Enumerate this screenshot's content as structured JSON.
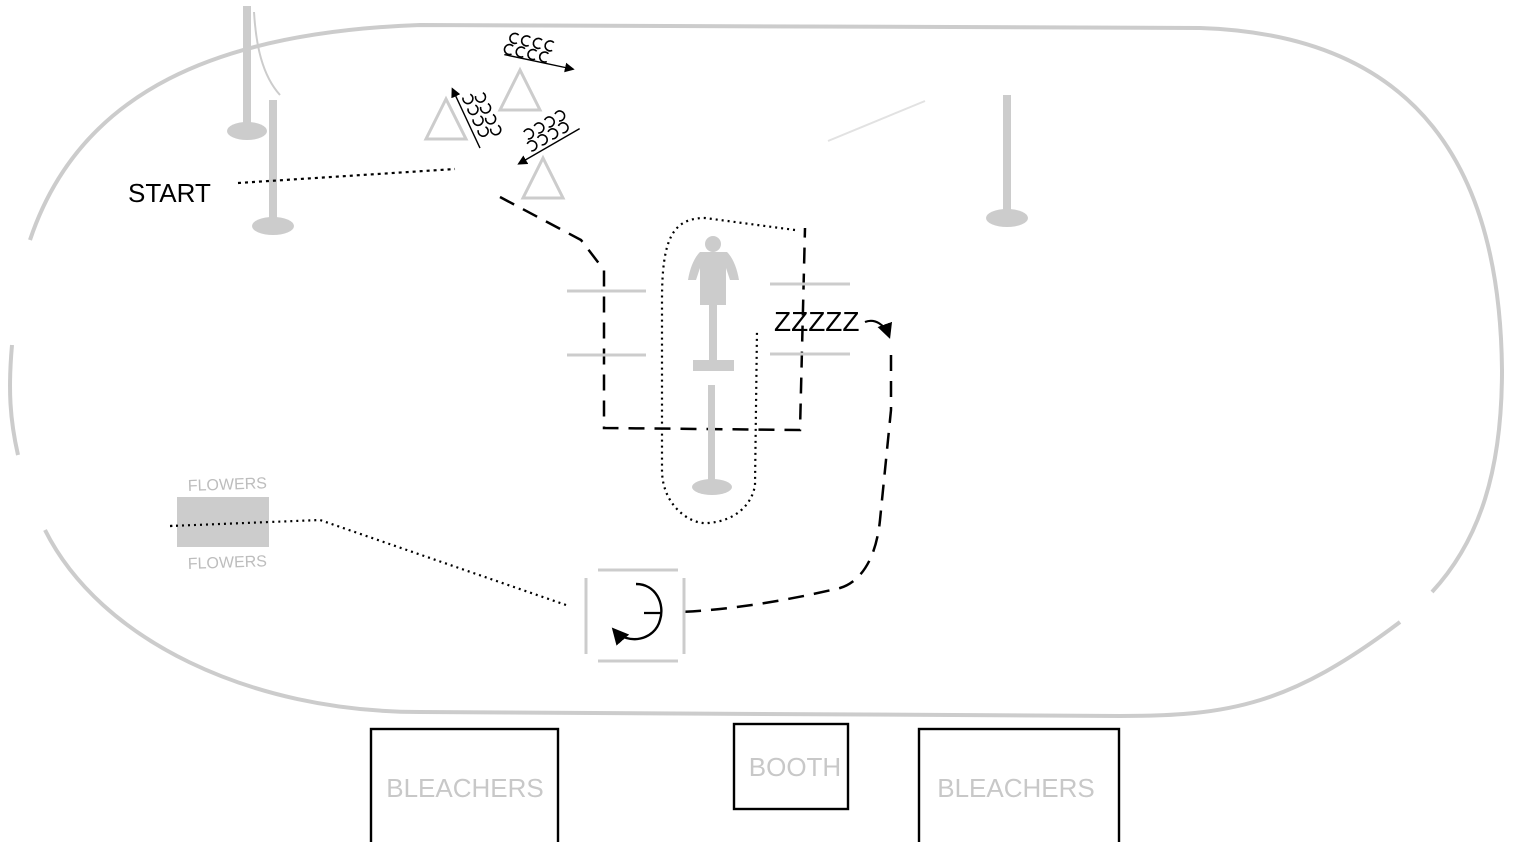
{
  "diagram": {
    "start_label": "START",
    "flowers_top_label": "FLOWERS",
    "flowers_bottom_label": "FLOWERS",
    "trot_label": "ZZZZZ",
    "bleachers_left_label": "BLEACHERS",
    "booth_label": "BOOTH",
    "bleachers_right_label": "BLEACHERS"
  },
  "colors": {
    "arena_outline": "#cccccc",
    "obstacle_gray": "#cccccc",
    "path_ink": "#000000",
    "building_text": "#c8c8c8"
  }
}
